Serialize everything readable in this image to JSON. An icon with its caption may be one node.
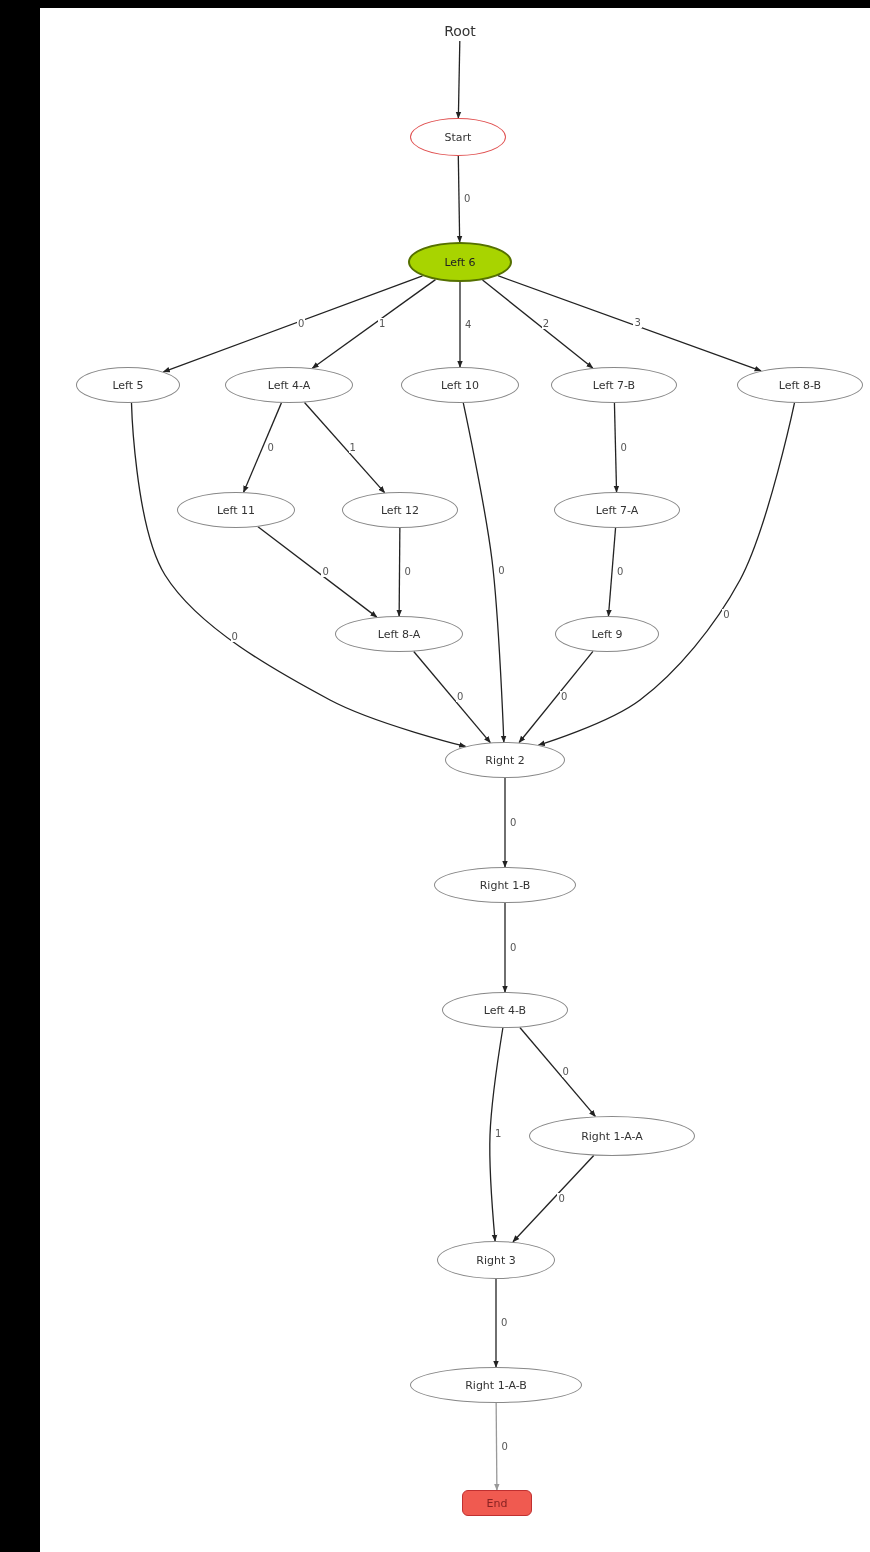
{
  "diagram": {
    "nodes": [
      {
        "text": [
          "Root"
        ]
      },
      {
        "text": [
          "Start"
        ]
      },
      {
        "text": [
          "Left 6"
        ]
      },
      {
        "text": [
          "Left 5"
        ]
      },
      {
        "text": [
          "Left 4-A"
        ]
      },
      {
        "text": [
          "Left 10"
        ]
      },
      {
        "text": [
          "Left 7-B"
        ]
      },
      {
        "text": [
          "Left 8-B"
        ]
      },
      {
        "text": [
          "Left 11"
        ]
      },
      {
        "text": [
          "Left 12"
        ]
      },
      {
        "text": [
          "Left 7-A"
        ]
      },
      {
        "text": [
          "Left 8-A"
        ]
      },
      {
        "text": [
          "Left 9"
        ]
      },
      {
        "text": [
          "Right 2"
        ]
      },
      {
        "text": [
          "Right 1-B"
        ]
      },
      {
        "text": [
          "Left 4-B"
        ]
      },
      {
        "text": [
          "Right 1-A-A"
        ]
      },
      {
        "text": [
          "Right 3"
        ]
      },
      {
        "text": [
          "Right 1-A-B"
        ]
      },
      {
        "text": [
          "End"
        ]
      }
    ],
    "edges": [
      {
        "from": 0,
        "to": 1,
        "arrow": "to"
      },
      {
        "from": 1,
        "to": 2,
        "arrow": "to",
        "label": "0"
      },
      {
        "from": 2,
        "to": 3,
        "arrow": "to",
        "label": "0"
      },
      {
        "from": 2,
        "to": 4,
        "arrow": "to",
        "label": "1"
      },
      {
        "from": 2,
        "to": 5,
        "arrow": "to",
        "label": "4"
      },
      {
        "from": 2,
        "to": 6,
        "arrow": "to",
        "label": "2"
      },
      {
        "from": 2,
        "to": 7,
        "arrow": "to",
        "label": "3"
      },
      {
        "from": 4,
        "to": 8,
        "arrow": "to",
        "label": "0"
      },
      {
        "from": 4,
        "to": 9,
        "arrow": "to",
        "label": "1"
      },
      {
        "from": 6,
        "to": 10,
        "arrow": "to",
        "label": "0"
      },
      {
        "from": 3,
        "to": 13,
        "arrow": "to",
        "label": "0"
      },
      {
        "from": 8,
        "to": 11,
        "arrow": "to",
        "label": "0"
      },
      {
        "from": 9,
        "to": 11,
        "arrow": "to",
        "label": "0"
      },
      {
        "from": 5,
        "to": 13,
        "arrow": "to",
        "label": "0"
      },
      {
        "from": 10,
        "to": 12,
        "arrow": "to",
        "label": "0"
      },
      {
        "from": 7,
        "to": 13,
        "arrow": "to",
        "label": "0"
      },
      {
        "from": 11,
        "to": 13,
        "arrow": "to",
        "label": "0"
      },
      {
        "from": 12,
        "to": 13,
        "arrow": "to",
        "label": "0"
      },
      {
        "from": 13,
        "to": 14,
        "arrow": "to",
        "label": "0"
      },
      {
        "from": 14,
        "to": 15,
        "arrow": "to",
        "label": "0"
      },
      {
        "from": 15,
        "to": 16,
        "arrow": "to",
        "label": "0"
      },
      {
        "from": 15,
        "to": 17,
        "arrow": "to",
        "label": "1"
      },
      {
        "from": 16,
        "to": 17,
        "arrow": "to",
        "label": "0"
      },
      {
        "from": 17,
        "to": 18,
        "arrow": "to",
        "label": "0"
      },
      {
        "from": 18,
        "to": 19,
        "arrow": "to",
        "label": "0",
        "color": "#999999"
      }
    ]
  }
}
